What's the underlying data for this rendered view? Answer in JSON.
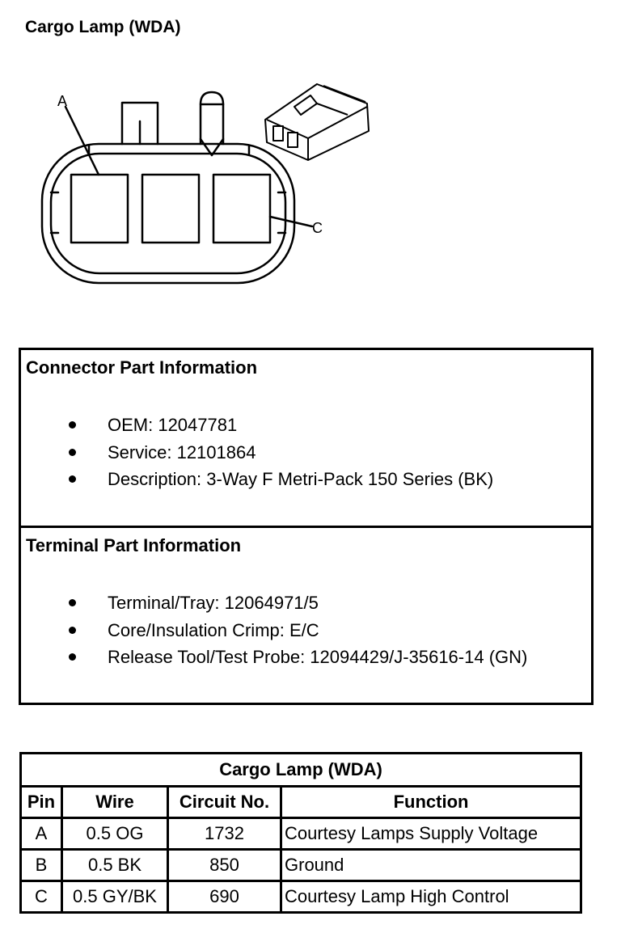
{
  "page_title": "Cargo Lamp (WDA)",
  "diagram": {
    "callout_a": "A",
    "callout_c": "C"
  },
  "connector_info": {
    "heading": "Connector Part Information",
    "items": [
      "OEM: 12047781",
      "Service: 12101864",
      "Description: 3-Way F Metri-Pack 150 Series (BK)"
    ]
  },
  "terminal_info": {
    "heading": "Terminal Part Information",
    "items": [
      "Terminal/Tray: 12064971/5",
      "Core/Insulation Crimp: E/C",
      "Release Tool/Test Probe: 12094429/J-35616-14 (GN)"
    ]
  },
  "pin_table": {
    "caption": "Cargo Lamp (WDA)",
    "headers": [
      "Pin",
      "Wire",
      "Circuit No.",
      "Function"
    ],
    "rows": [
      [
        "A",
        "0.5 OG",
        "1732",
        "Courtesy Lamps Supply Voltage"
      ],
      [
        "B",
        "0.5 BK",
        "850",
        "Ground"
      ],
      [
        "C",
        "0.5 GY/BK",
        "690",
        "Courtesy Lamp High Control"
      ]
    ]
  }
}
